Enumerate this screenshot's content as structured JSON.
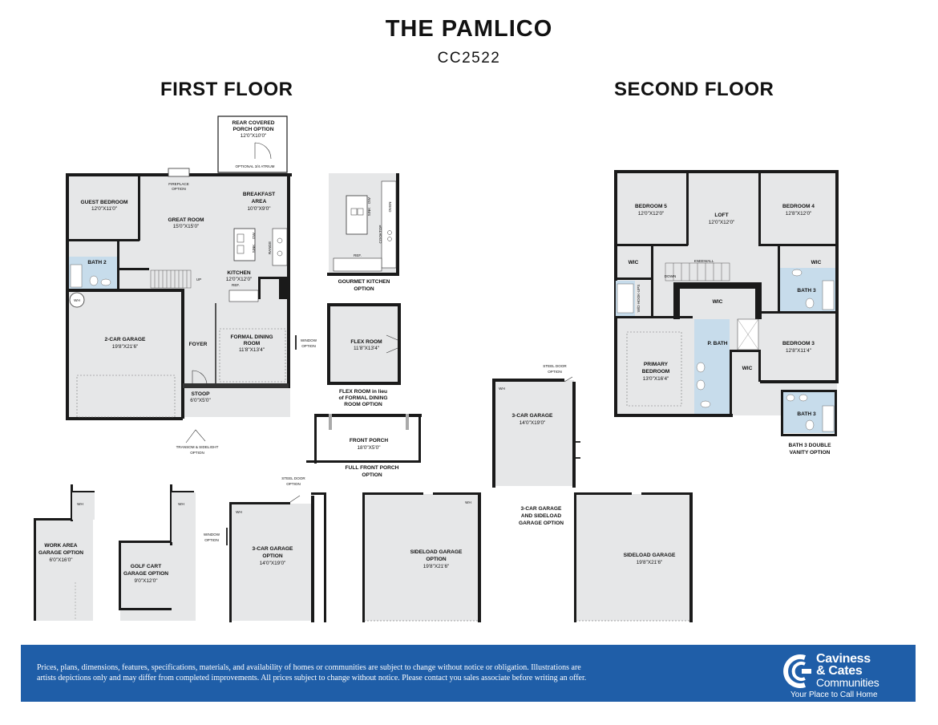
{
  "header": {
    "title": "THE PAMLICO",
    "code": "CC2522"
  },
  "floors": {
    "first": "FIRST FLOOR",
    "second": "SECOND FLOOR"
  },
  "first_floor": {
    "rear_porch": {
      "l1": "REAR COVERED",
      "l2": "PORCH OPTION",
      "dim": "12'0\"X10'0\"",
      "atrium": "OPTIONAL 3/4 ATRIUM"
    },
    "fireplace": {
      "l1": "FIREPLACE",
      "l2": "OPTION"
    },
    "guest_bedroom": {
      "name": "GUEST BEDROOM",
      "dim": "12'0\"X11'0\""
    },
    "great_room": {
      "name": "GREAT ROOM",
      "dim": "15'0\"X15'0\""
    },
    "breakfast": {
      "l1": "BREAKFAST",
      "l2": "AREA",
      "dim": "10'0\"X9'0\""
    },
    "bath2": "BATH 2",
    "kitchen": {
      "name": "KITCHEN",
      "dim": "12'0\"X12'0\"",
      "ref": "REF.",
      "range": "RANGE",
      "sink": "SINK",
      "dw": "DW",
      "up": "UP"
    },
    "wh": "WH",
    "garage": {
      "name": "2-CAR GARAGE",
      "dim": "19'8\"X21'6\""
    },
    "foyer": "FOYER",
    "dining": {
      "l1": "FORMAL DINING",
      "l2": "ROOM",
      "dim": "11'8\"X13'4\""
    },
    "window_opt": {
      "l1": "WINDOW",
      "l2": "OPTION"
    },
    "stoop": {
      "name": "STOOP",
      "dim": "6'0\"X5'0\""
    },
    "transom": {
      "l1": "TRANSOM & SIDELIGHT",
      "l2": "OPTION"
    }
  },
  "gourmet": {
    "l1": "GOURMET KITCHEN",
    "l2": "OPTION",
    "oven": "OVEN",
    "sink": "SINK",
    "dw": "DW",
    "cooktop": "COOKTOP",
    "ref": "REF."
  },
  "flex": {
    "name": "FLEX ROOM",
    "dim": "11'8\"X13'4\"",
    "l1": "FLEX ROOM in lieu",
    "l2": "of FORMAL DINING",
    "l3": "ROOM OPTION"
  },
  "porch": {
    "name": "FRONT PORCH",
    "dim": "18'0\"X5'0\"",
    "l1": "FULL FRONT PORCH",
    "l2": "OPTION"
  },
  "second_floor": {
    "bedroom5": {
      "name": "BEDROOM 5",
      "dim": "12'0\"X12'0\""
    },
    "loft": {
      "name": "LOFT",
      "dim": "12'0\"X12'0\""
    },
    "bedroom4": {
      "name": "BEDROOM 4",
      "dim": "12'8\"X12'0\""
    },
    "wic": "WIC",
    "kneewall": "KNEEWALL",
    "down": "DOWN",
    "bath3": "BATH 3",
    "wd": "W/D HOOK-UPS",
    "primary": {
      "l1": "PRIMARY",
      "l2": "BEDROOM",
      "dim": "13'0\"X16'4\""
    },
    "pbath": "P. BATH",
    "bedroom3": {
      "name": "BEDROOM 3",
      "dim": "12'8\"X11'4\""
    }
  },
  "bath3_double": {
    "label": "BATH 3",
    "l1": "BATH 3 DOUBLE",
    "l2": "VANITY OPTION"
  },
  "garage3_right": {
    "steel_l1": "STEEL DOOR",
    "steel_l2": "OPTION",
    "wh": "WH",
    "name": "3-CAR GARAGE",
    "dim": "14'0\"X19'0\"",
    "l1": "3-CAR GARAGE",
    "l2": "AND SIDELOAD",
    "l3": "GARAGE OPTION"
  },
  "sideload_right": {
    "name": "SIDELOAD GARAGE",
    "dim": "19'8\"X21'6\""
  },
  "work_area": {
    "wh": "WH",
    "l1": "WORK AREA",
    "l2": "GARAGE OPTION",
    "dim": "6'0\"X16'0\""
  },
  "golf_cart": {
    "wh": "WH",
    "l1": "GOLF CART",
    "l2": "GARAGE OPTION",
    "dim": "9'0\"X12'0\""
  },
  "window_option2": {
    "l1": "WINDOW",
    "l2": "OPTION"
  },
  "garage3_bottom": {
    "steel_l1": "STEEL DOOR",
    "steel_l2": "OPTION",
    "wh": "WH",
    "l1": "3-CAR GARAGE",
    "l2": "OPTION",
    "dim": "14'0\"X19'0\""
  },
  "sideload_bottom": {
    "wh": "WH",
    "l1": "SIDELOAD GARAGE",
    "l2": "OPTION",
    "dim": "19'8\"X21'6\""
  },
  "footer": {
    "disclaimer1": "Prices, plans, dimensions, features, specifications, materials, and availability of homes or communities are subject to change without notice or obligation. Illustrations are",
    "disclaimer2": "artists depictions only and may differ from completed improvements. All prices subject to change without notice. Please contact you sales associate before writing an offer.",
    "logo_l1": "Caviness",
    "logo_l2": "& Cates",
    "logo_l3": "Communities",
    "tagline": "Your Place to Call Home"
  },
  "colors": {
    "floor_gray": "#e6e7e8",
    "bath_blue": "#c7dceb",
    "footer_blue": "#1f5ea8"
  }
}
